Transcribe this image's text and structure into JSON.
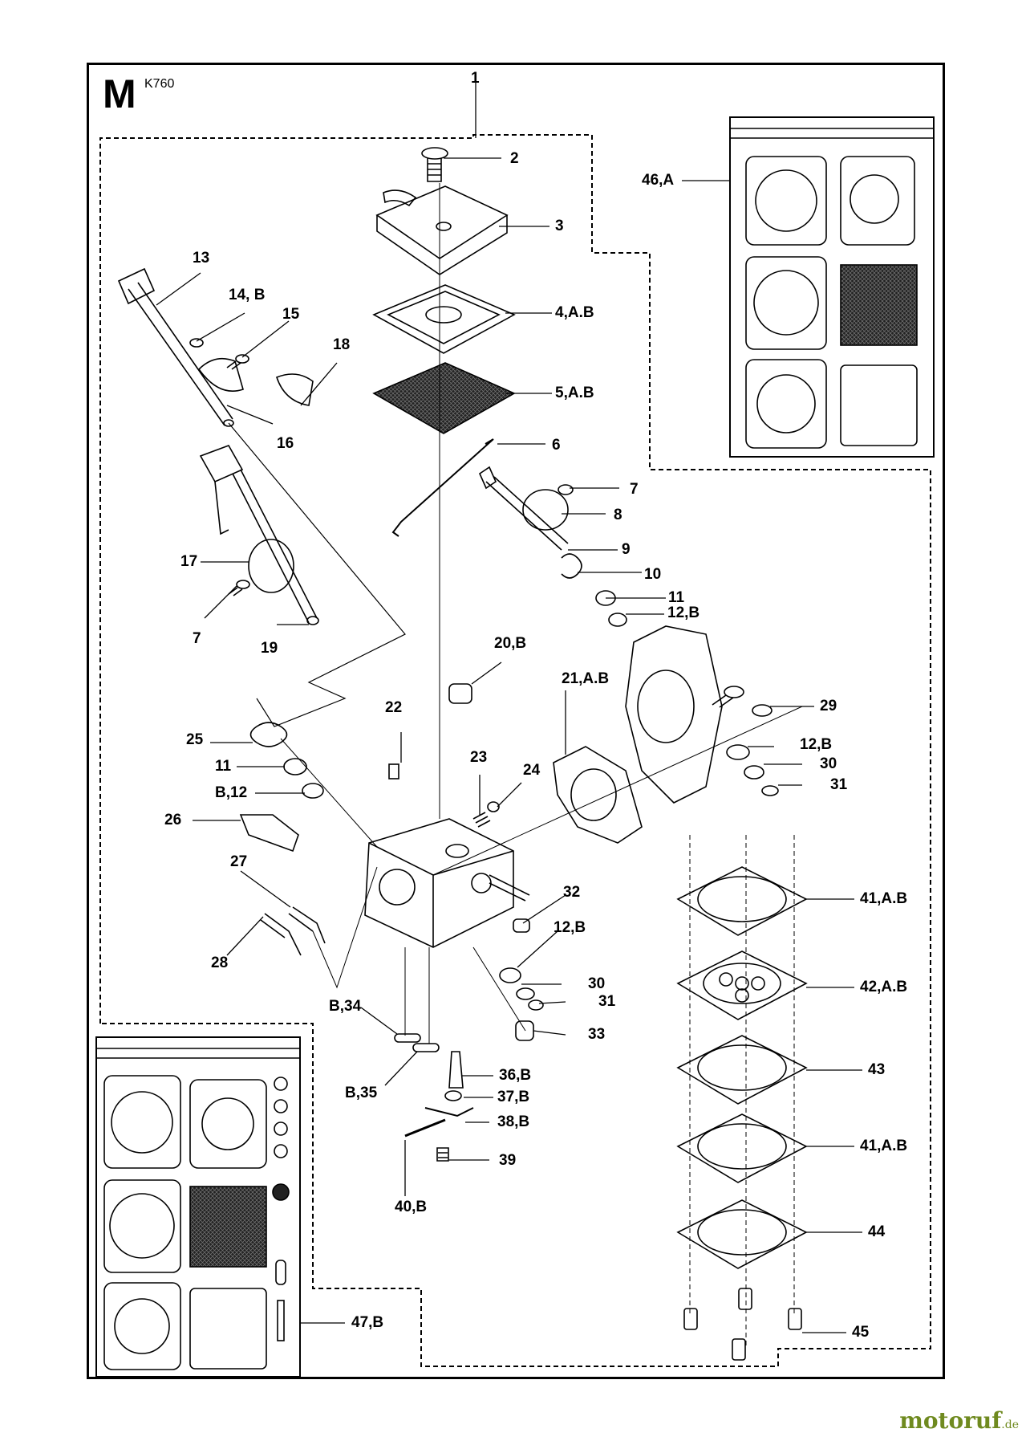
{
  "diagram": {
    "section": "M",
    "model": "K760",
    "callouts": [
      {
        "id": "c1",
        "text": "1"
      },
      {
        "id": "c2",
        "text": "2"
      },
      {
        "id": "c3",
        "text": "3"
      },
      {
        "id": "c4",
        "text": "4,A.B"
      },
      {
        "id": "c5",
        "text": "5,A.B"
      },
      {
        "id": "c6",
        "text": "6"
      },
      {
        "id": "c7a",
        "text": "7"
      },
      {
        "id": "c8",
        "text": "8"
      },
      {
        "id": "c9",
        "text": "9"
      },
      {
        "id": "c10",
        "text": "10"
      },
      {
        "id": "c11a",
        "text": "11"
      },
      {
        "id": "c12a",
        "text": "12,B"
      },
      {
        "id": "c13",
        "text": "13"
      },
      {
        "id": "c14",
        "text": "14, B"
      },
      {
        "id": "c15",
        "text": "15"
      },
      {
        "id": "c16",
        "text": "16"
      },
      {
        "id": "c17",
        "text": "17"
      },
      {
        "id": "c18",
        "text": "18"
      },
      {
        "id": "c7b",
        "text": "7"
      },
      {
        "id": "c19",
        "text": "19"
      },
      {
        "id": "c20",
        "text": "20,B"
      },
      {
        "id": "c21",
        "text": "21,A.B"
      },
      {
        "id": "c22",
        "text": "22"
      },
      {
        "id": "c23",
        "text": "23"
      },
      {
        "id": "c24",
        "text": "24"
      },
      {
        "id": "c25",
        "text": "25"
      },
      {
        "id": "c11b",
        "text": "11"
      },
      {
        "id": "cb12",
        "text": "B,12"
      },
      {
        "id": "c26",
        "text": "26"
      },
      {
        "id": "c27",
        "text": "27"
      },
      {
        "id": "c28",
        "text": "28"
      },
      {
        "id": "c29",
        "text": "29"
      },
      {
        "id": "c12b",
        "text": "12,B"
      },
      {
        "id": "c30a",
        "text": "30"
      },
      {
        "id": "c31a",
        "text": "31"
      },
      {
        "id": "c32",
        "text": "32"
      },
      {
        "id": "c12c",
        "text": "12,B"
      },
      {
        "id": "c30b",
        "text": "30"
      },
      {
        "id": "c31b",
        "text": "31"
      },
      {
        "id": "c33",
        "text": "33"
      },
      {
        "id": "cb34",
        "text": "B,34"
      },
      {
        "id": "cb35",
        "text": "B,35"
      },
      {
        "id": "c36",
        "text": "36,B"
      },
      {
        "id": "c37",
        "text": "37,B"
      },
      {
        "id": "c38",
        "text": "38,B"
      },
      {
        "id": "c39",
        "text": "39"
      },
      {
        "id": "c40",
        "text": "40,B"
      },
      {
        "id": "c41a",
        "text": "41,A.B"
      },
      {
        "id": "c42",
        "text": "42,A.B"
      },
      {
        "id": "c43",
        "text": "43"
      },
      {
        "id": "c41b",
        "text": "41,A.B"
      },
      {
        "id": "c44",
        "text": "44"
      },
      {
        "id": "c45",
        "text": "45"
      },
      {
        "id": "c46",
        "text": "46,A"
      },
      {
        "id": "c47",
        "text": "47,B"
      }
    ]
  },
  "branding": {
    "name": "motoruf",
    "tld": ".de",
    "color": "#6f8a1f"
  }
}
